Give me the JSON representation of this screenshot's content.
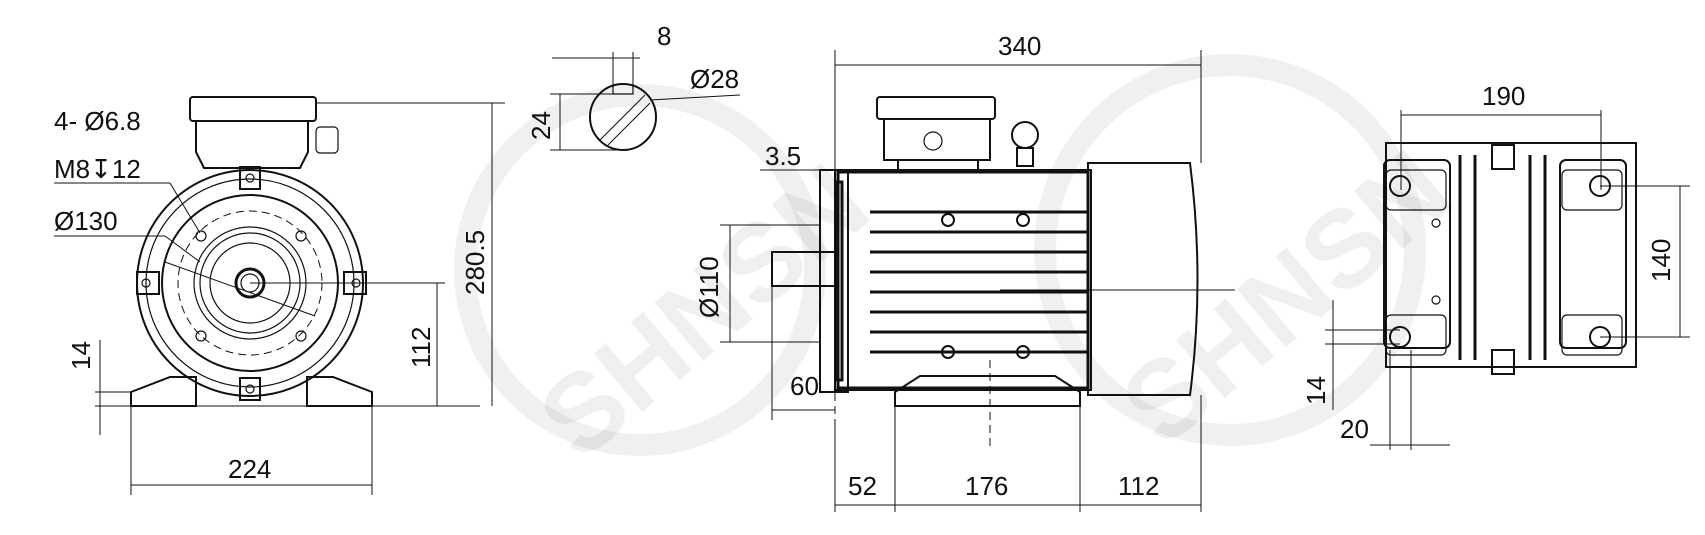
{
  "watermark": "SHNSN",
  "front_view": {
    "holes_label": "4- Ø6.8",
    "thread_label": "M8↧12",
    "pcd_label": "Ø130",
    "foot_thickness": "14",
    "shaft_height": "112",
    "overall_height": "280.5",
    "foot_width": "224"
  },
  "shaft_section": {
    "key_width": "8",
    "key_height": "24",
    "shaft_diameter": "Ø28"
  },
  "side_view": {
    "overall_length": "340",
    "flange_thickness": "3.5",
    "spigot_diameter": "Ø110",
    "shaft_length": "60",
    "foot_offset": "52",
    "foot_spacing": "176",
    "rear_offset": "112"
  },
  "top_view": {
    "foot_width": "190",
    "foot_spacing": "140",
    "slot_width": "14",
    "slot_length": "20"
  }
}
